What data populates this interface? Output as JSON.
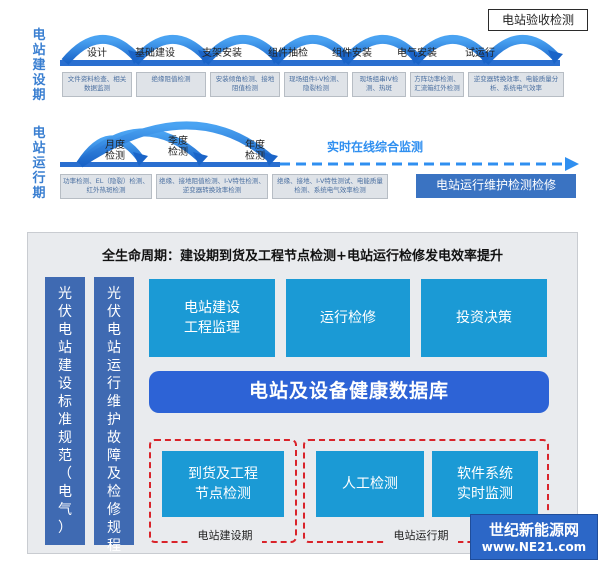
{
  "top": {
    "construction_phase_label": "电站建设期",
    "operation_phase_label": "电站运行期",
    "acceptance_title": "电站验收检测",
    "construction_steps": [
      "设计",
      "基础建设",
      "支架安装",
      "组件抽检",
      "组件安装",
      "电气安装",
      "试运行"
    ],
    "construction_details": [
      "文件资料检查、相关数据监测",
      "绝缘阻值检测",
      "安装倾角检测、接地阻值检测",
      "现场组件I-V检测、隐裂检测",
      "现场组串IV检测、热斑",
      "方阵功率检测、汇流箱红外检测",
      "逆变器转换效率、电能质量分析、系统电气效率"
    ],
    "operation_steps": [
      "月度检测",
      "季度检测",
      "年度检测"
    ],
    "operation_details": [
      "功率检测、EL（隐裂）检测、红外热斑检测",
      "绝缘、接地阻值检测、I-V特性检测、逆变器转换效率检测",
      "绝缘、接地、I-V特性测试、电能质量检测、系统电气效率检测"
    ],
    "online_monitoring": "实时在线综合监测",
    "maintenance_title": "电站运行维护检测检修"
  },
  "panel": {
    "title": "全生命周期：建设期到货及工程节点检测+电站运行检修发电效率提升",
    "col1": [
      "光",
      "伏",
      "电",
      "站",
      "建",
      "设",
      "标",
      "准",
      "规",
      "范",
      "（",
      "电",
      "气",
      "）"
    ],
    "col2": [
      "光",
      "伏",
      "电",
      "站",
      "运",
      "行",
      "维",
      "护",
      "故",
      "障",
      "及",
      "检",
      "修",
      "规",
      "程"
    ],
    "box_supervision": [
      "电站建设",
      "工程监理"
    ],
    "box_maintenance": "运行检修",
    "box_investment": "投资决策",
    "database": "电站及设备健康数据库",
    "box_arrival": [
      "到货及工程",
      "节点检测"
    ],
    "box_manual": "人工检测",
    "box_software": [
      "软件系统",
      "实时监测"
    ],
    "construction_period": "电站建设期",
    "operation_period": "电站运行期"
  },
  "logo": {
    "name": "世纪新能源网",
    "url": "www.NE21.com"
  },
  "colors": {
    "phase_blue": "#3a7fd1",
    "cyan": "#1b9ad5",
    "db_blue": "#2d63d6",
    "column_blue": "#3f6ab2",
    "dash_red": "#d9232a"
  }
}
